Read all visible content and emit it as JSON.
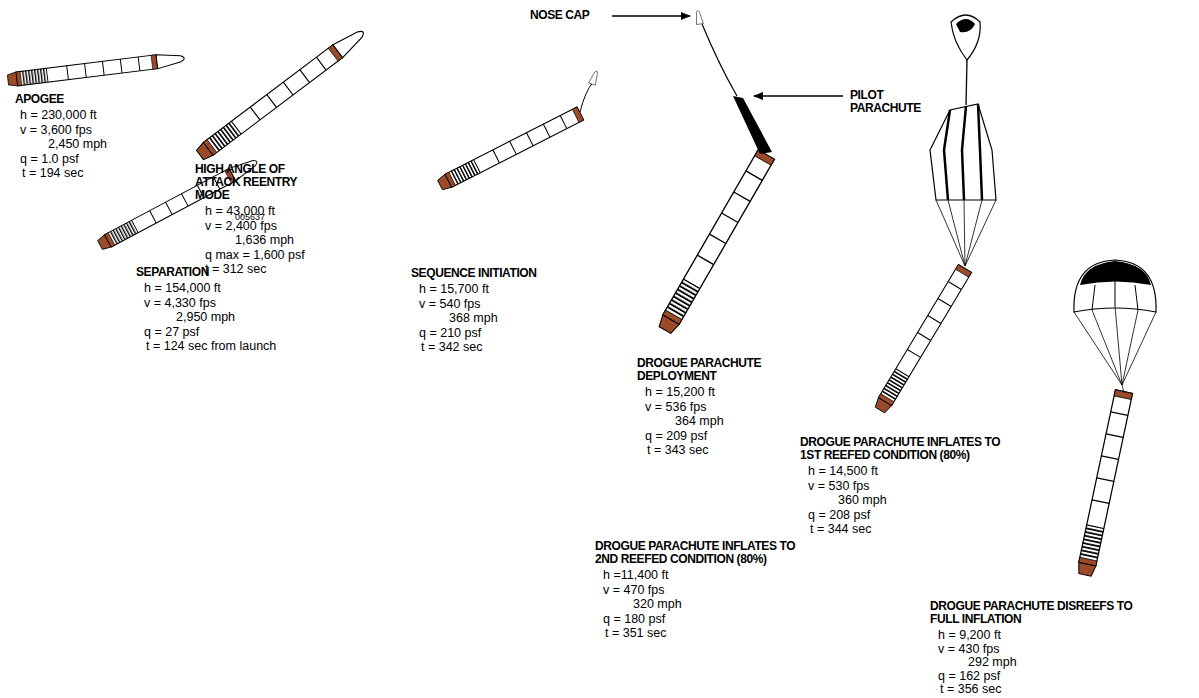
{
  "diagram": {
    "labels": [
      "APOGEE",
      "h = 230,000 ft",
      "v = 3,600 fps",
      "2,450 mph",
      "q = 1.0 psf",
      "t = 194 sec",
      "HIGH ANGLE OF ATTACK REENTRY MODE",
      "h = 43,000 ft",
      "v = 2,400 fps",
      "1,636 mph",
      "q max = 1,600 psf",
      "t = 312 sec",
      "SEQUENCE INITIATION",
      "h = 15,700 ft",
      "v = 540 fps",
      "368 mph",
      "q = 210 psf",
      "t = 342 sec",
      "NOSE CAP",
      "PILOT PARACHUTE",
      "DROGUE PARACHUTE DEPLOYMENT",
      "h = 15,200 ft",
      "v = 536 fps",
      "364 mph",
      "q = 209 psf",
      "t = 343 sec",
      "DROGUE PARACHUTE INFLATES TO 1ST REEFED CONDITION (80%)",
      "h = 14,500 ft",
      "v = 530 fps",
      "360 mph",
      "q = 208 psf",
      "t = 344 sec",
      "005637",
      "SEPARATION",
      "h = 154,000 ft",
      "v = 4,330 fps",
      "2,950 mph",
      "q = 27 psf",
      "t = 124 sec from launch",
      "DROGUE PARACHUTE INFLATES TO 2ND REEFED CONDITION (80%)",
      "h =11,400 ft",
      "v = 470 fps",
      "320 mph",
      "q = 180 psf",
      "t = 351 sec",
      "DROGUE PARACHUTE DISREEFS TO FULL INFLATION",
      "h = 9,200 ft",
      "v = 430 fps",
      "292 mph",
      "q = 162 psf",
      "t = 356 sec"
    ]
  }
}
